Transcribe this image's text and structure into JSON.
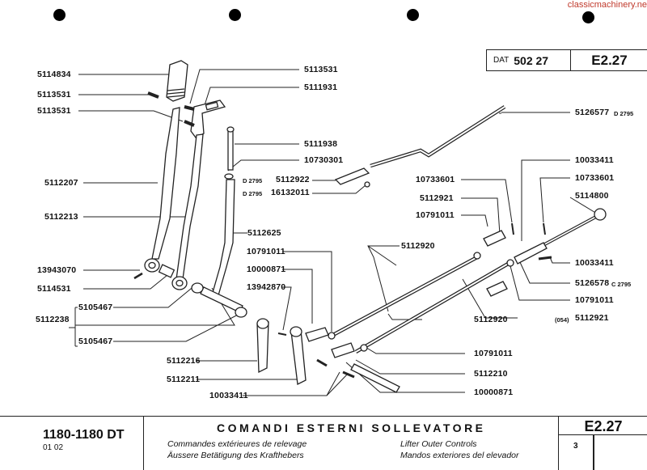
{
  "watermark": "classicmachinery.ne",
  "header": {
    "dat_label": "DAT",
    "dat_number": "502 27",
    "code": "E2.27"
  },
  "callouts": [
    {
      "part": "5114834"
    },
    {
      "part": "5113531"
    },
    {
      "part": "5113531"
    },
    {
      "part": "5112207"
    },
    {
      "part": "5112213"
    },
    {
      "part": "13943070"
    },
    {
      "part": "5114531"
    },
    {
      "part": "5112238"
    },
    {
      "part": "5105467"
    },
    {
      "part": "5105467"
    },
    {
      "part": "5112216"
    },
    {
      "part": "5112211"
    },
    {
      "part": "10033411"
    },
    {
      "part": "5113531"
    },
    {
      "part": "5111931"
    },
    {
      "part": "5111938"
    },
    {
      "part": "10730301"
    },
    {
      "part": "5112922",
      "note": "D 2795"
    },
    {
      "part": "16132011",
      "note": "D 2795"
    },
    {
      "part": "5112625"
    },
    {
      "part": "10791011"
    },
    {
      "part": "10000871"
    },
    {
      "part": "13942870"
    },
    {
      "part": "5126577",
      "note": "D 2795"
    },
    {
      "part": "10033411"
    },
    {
      "part": "10733601"
    },
    {
      "part": "10733601"
    },
    {
      "part": "5112921"
    },
    {
      "part": "5114800"
    },
    {
      "part": "10791011"
    },
    {
      "part": "5112920"
    },
    {
      "part": "10033411"
    },
    {
      "part": "5126578",
      "note": "C 2795"
    },
    {
      "part": "10791011"
    },
    {
      "part": "5112920"
    },
    {
      "part": "5112921",
      "note": "(054)"
    },
    {
      "part": "10791011"
    },
    {
      "part": "5112210"
    },
    {
      "part": "10000871"
    }
  ],
  "footer": {
    "model": "1180-1180 DT",
    "versions": "01   02",
    "title_it": "COMANDI ESTERNI SOLLEVATORE",
    "title_fr": "Commandes extérieures de relevage",
    "title_de": "Äussere Betätigung des Krafthebers",
    "title_en": "Lifter Outer Controls",
    "title_es": "Mandos exteriores del elevador",
    "code": "E2.27",
    "page": "3"
  }
}
